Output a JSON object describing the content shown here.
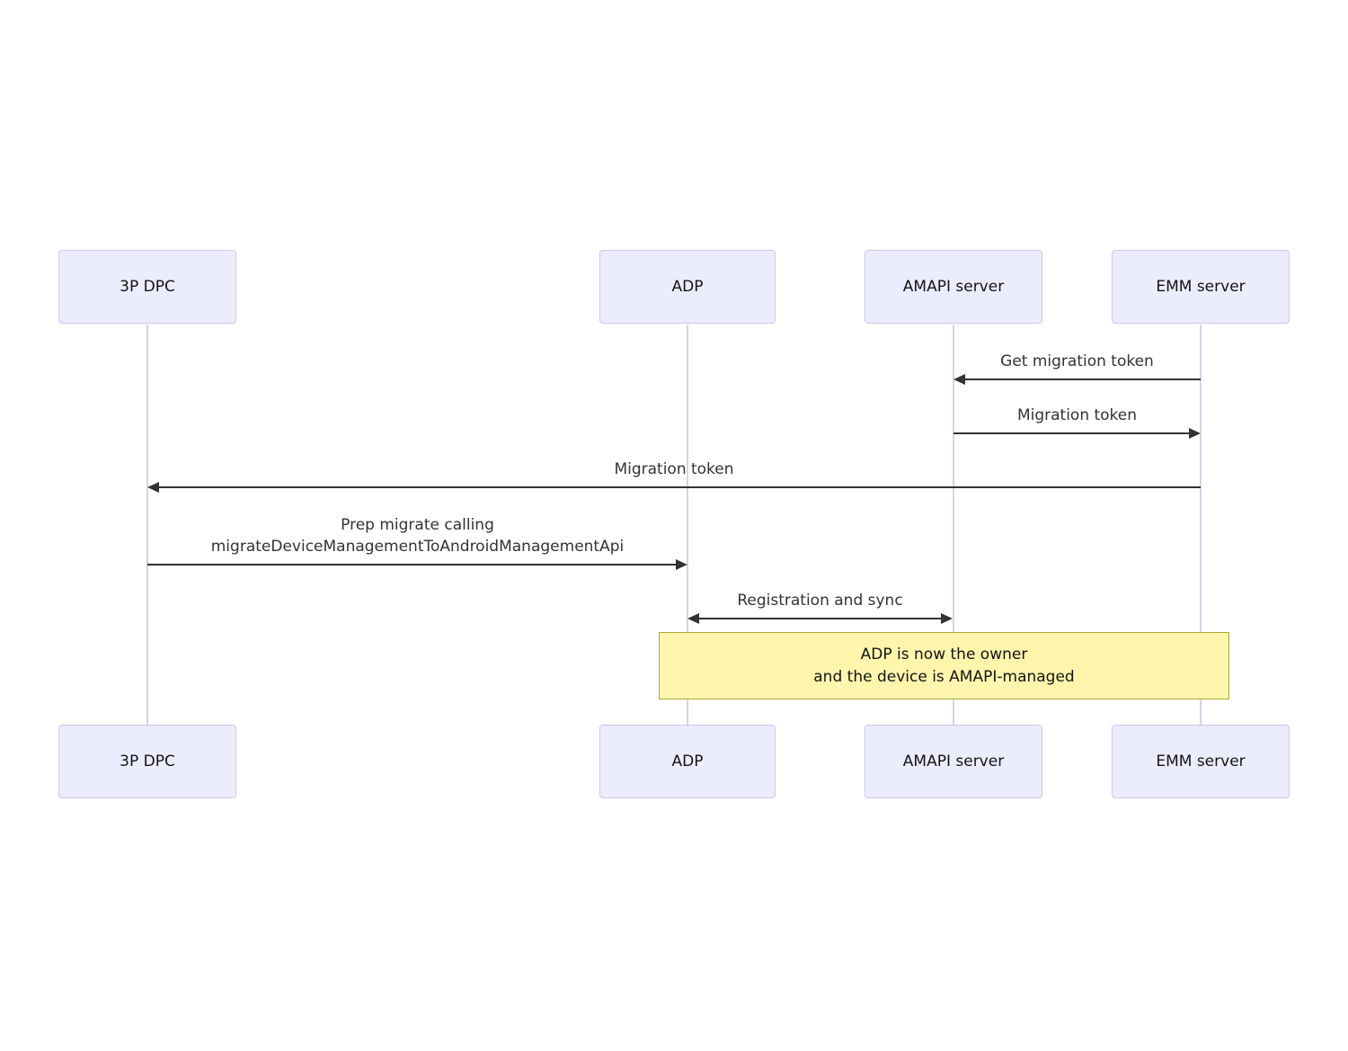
{
  "diagram": {
    "type": "sequence",
    "actors": [
      {
        "id": "3p-dpc",
        "label": "3P DPC"
      },
      {
        "id": "adp",
        "label": "ADP"
      },
      {
        "id": "amapi-server",
        "label": "AMAPI server"
      },
      {
        "id": "emm-server",
        "label": "EMM server"
      }
    ],
    "messages": [
      {
        "label": "Get migration token",
        "from": "EMM server",
        "to": "AMAPI server",
        "arrow": "left"
      },
      {
        "label": "Migration token",
        "from": "AMAPI server",
        "to": "EMM server",
        "arrow": "right"
      },
      {
        "label": "Migration token",
        "from": "EMM server",
        "to": "3P DPC",
        "arrow": "left"
      },
      {
        "lines": [
          "Prep migrate calling",
          "migrateDeviceManagementToAndroidManagementApi"
        ],
        "from": "3P DPC",
        "to": "ADP",
        "arrow": "right"
      },
      {
        "label": "Registration and sync",
        "from": "ADP",
        "to": "AMAPI server",
        "arrow": "both"
      }
    ],
    "note": {
      "over": [
        "ADP",
        "EMM server"
      ],
      "lines": [
        "ADP is now the owner",
        "and the device is AMAPI-managed"
      ]
    },
    "colors": {
      "actor_fill": "#ECECFF",
      "actor_border": "#CFC6EC",
      "lifeline": "#D9D0F2",
      "arrow": "#333333",
      "message_text": "#333333",
      "note_fill": "#FFF5AD",
      "note_border": "#AAAA33"
    }
  }
}
